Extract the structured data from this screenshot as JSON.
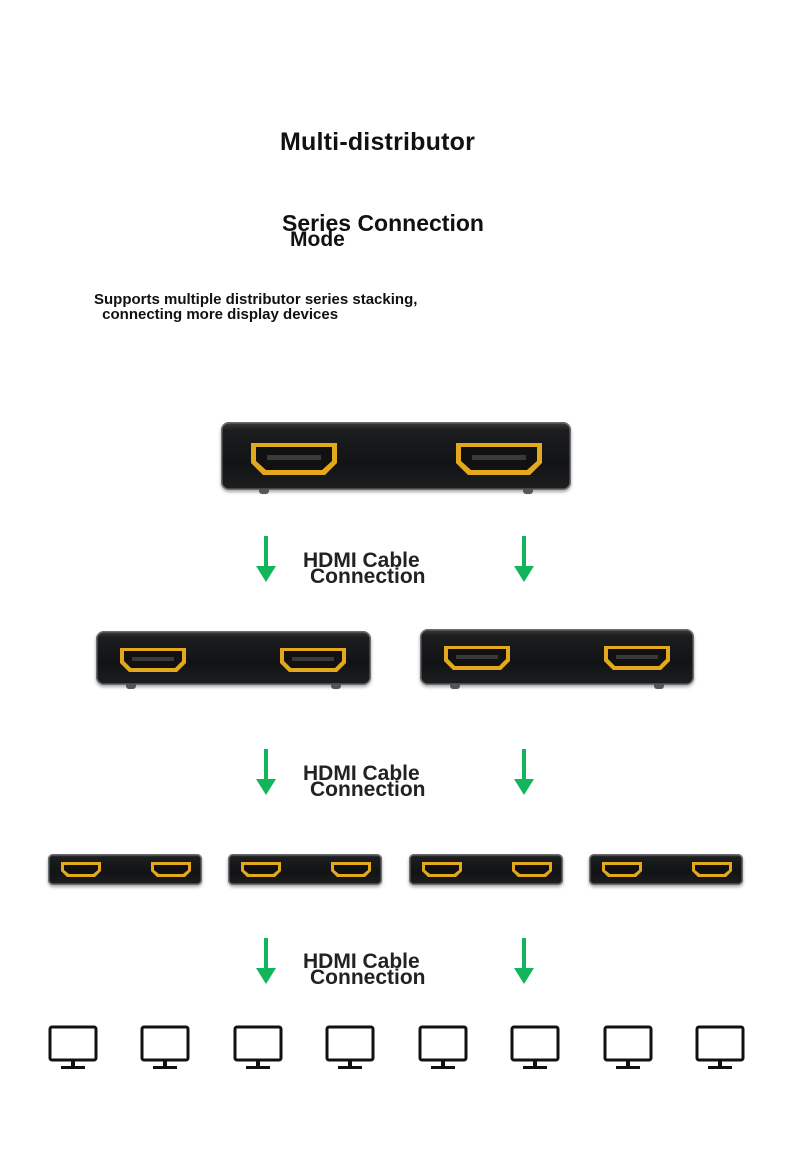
{
  "header": {
    "title": "Multi-distributor",
    "mode_line1": "Series Connection",
    "mode_line2": "Mode",
    "subtitle_line1": "Supports multiple distributor series stacking,",
    "subtitle_line2": " connecting more display devices"
  },
  "connections": [
    {
      "line1": "HDMI Cable",
      "line2": "Connection"
    },
    {
      "line1": "HDMI Cable",
      "line2": "Connection"
    },
    {
      "line1": "HDMI Cable",
      "line2": "Connection"
    }
  ],
  "colors": {
    "arrow": "#13b55c",
    "port_gold": "#e3a81d",
    "box_dark": "#151617"
  },
  "icons": [
    "down-arrow-icon",
    "hdmi-port-icon",
    "monitor-icon"
  ],
  "tiers": {
    "tier1_distributors": 1,
    "tier2_distributors": 2,
    "tier3_distributors": 4,
    "monitors": 8
  }
}
